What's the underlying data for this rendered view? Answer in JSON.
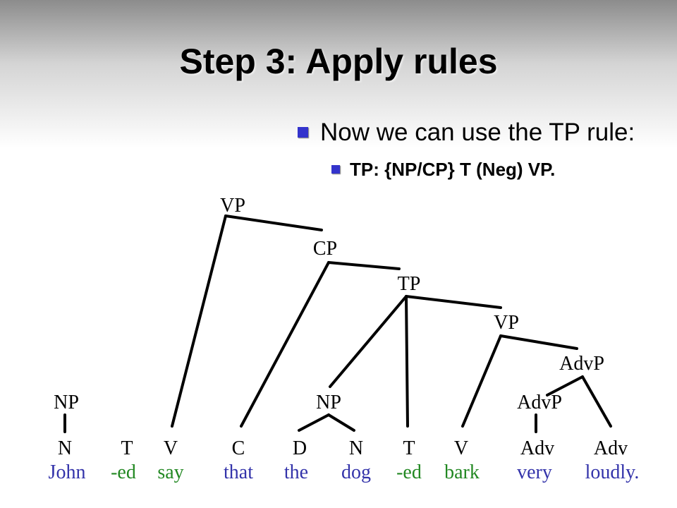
{
  "slide": {
    "title": "Step 3: Apply rules"
  },
  "bullets": {
    "main": "Now we can use the TP rule:",
    "sub": "TP: {NP/CP} T (Neg) VP."
  },
  "colors": {
    "bullet": "#3333cc",
    "word_blue": "#3333aa",
    "word_green": "#228822",
    "label": "#000000"
  },
  "tree": {
    "categories": [
      "N",
      "T",
      "V",
      "C",
      "D",
      "N",
      "T",
      "V",
      "Adv",
      "Adv"
    ],
    "words": [
      {
        "text": "John",
        "color": "blue"
      },
      {
        "text": "-ed",
        "color": "green"
      },
      {
        "text": "say",
        "color": "green"
      },
      {
        "text": "that",
        "color": "blue"
      },
      {
        "text": "the",
        "color": "blue"
      },
      {
        "text": "dog",
        "color": "blue"
      },
      {
        "text": "-ed",
        "color": "green"
      },
      {
        "text": "bark",
        "color": "green"
      },
      {
        "text": "very",
        "color": "blue"
      },
      {
        "text": "loudly.",
        "color": "blue"
      }
    ],
    "phrases": {
      "vp_top": "VP",
      "cp": "CP",
      "tp": "TP",
      "vp_lower": "VP",
      "advp_upper": "AdvP",
      "np_left": "NP",
      "np_mid": "NP",
      "advp_lower": "AdvP"
    }
  }
}
